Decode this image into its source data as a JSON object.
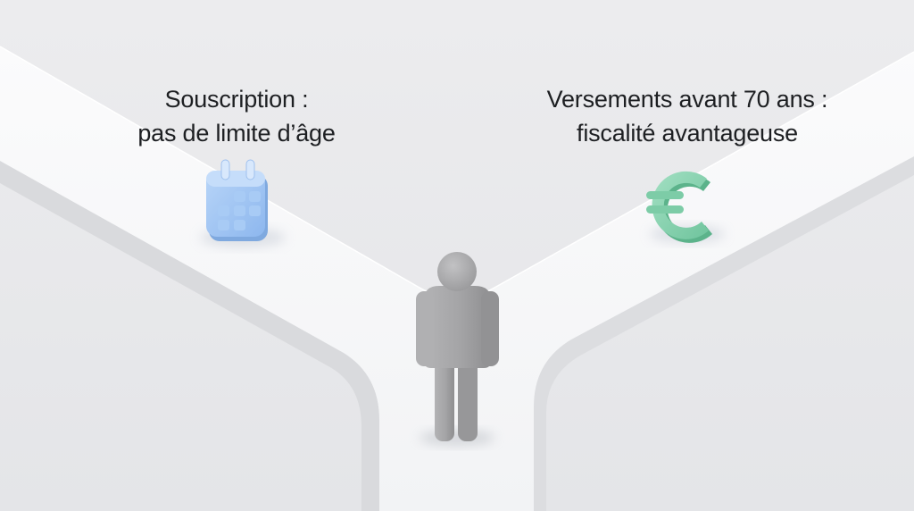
{
  "left_branch": {
    "line1": "Souscription :",
    "line2": "pas de limite d’âge",
    "icon": "calendar-icon",
    "icon_color": "#9ec3f3"
  },
  "right_branch": {
    "line1": "Versements avant 70 ans :",
    "line2": "fiscalité avantageuse",
    "icon": "euro-icon",
    "icon_color": "#84d1ad"
  },
  "figure": {
    "icon": "person-icon",
    "color": "#a6a6a8"
  },
  "colors": {
    "background": "#e9eaec",
    "path": "#f8f8f9"
  }
}
